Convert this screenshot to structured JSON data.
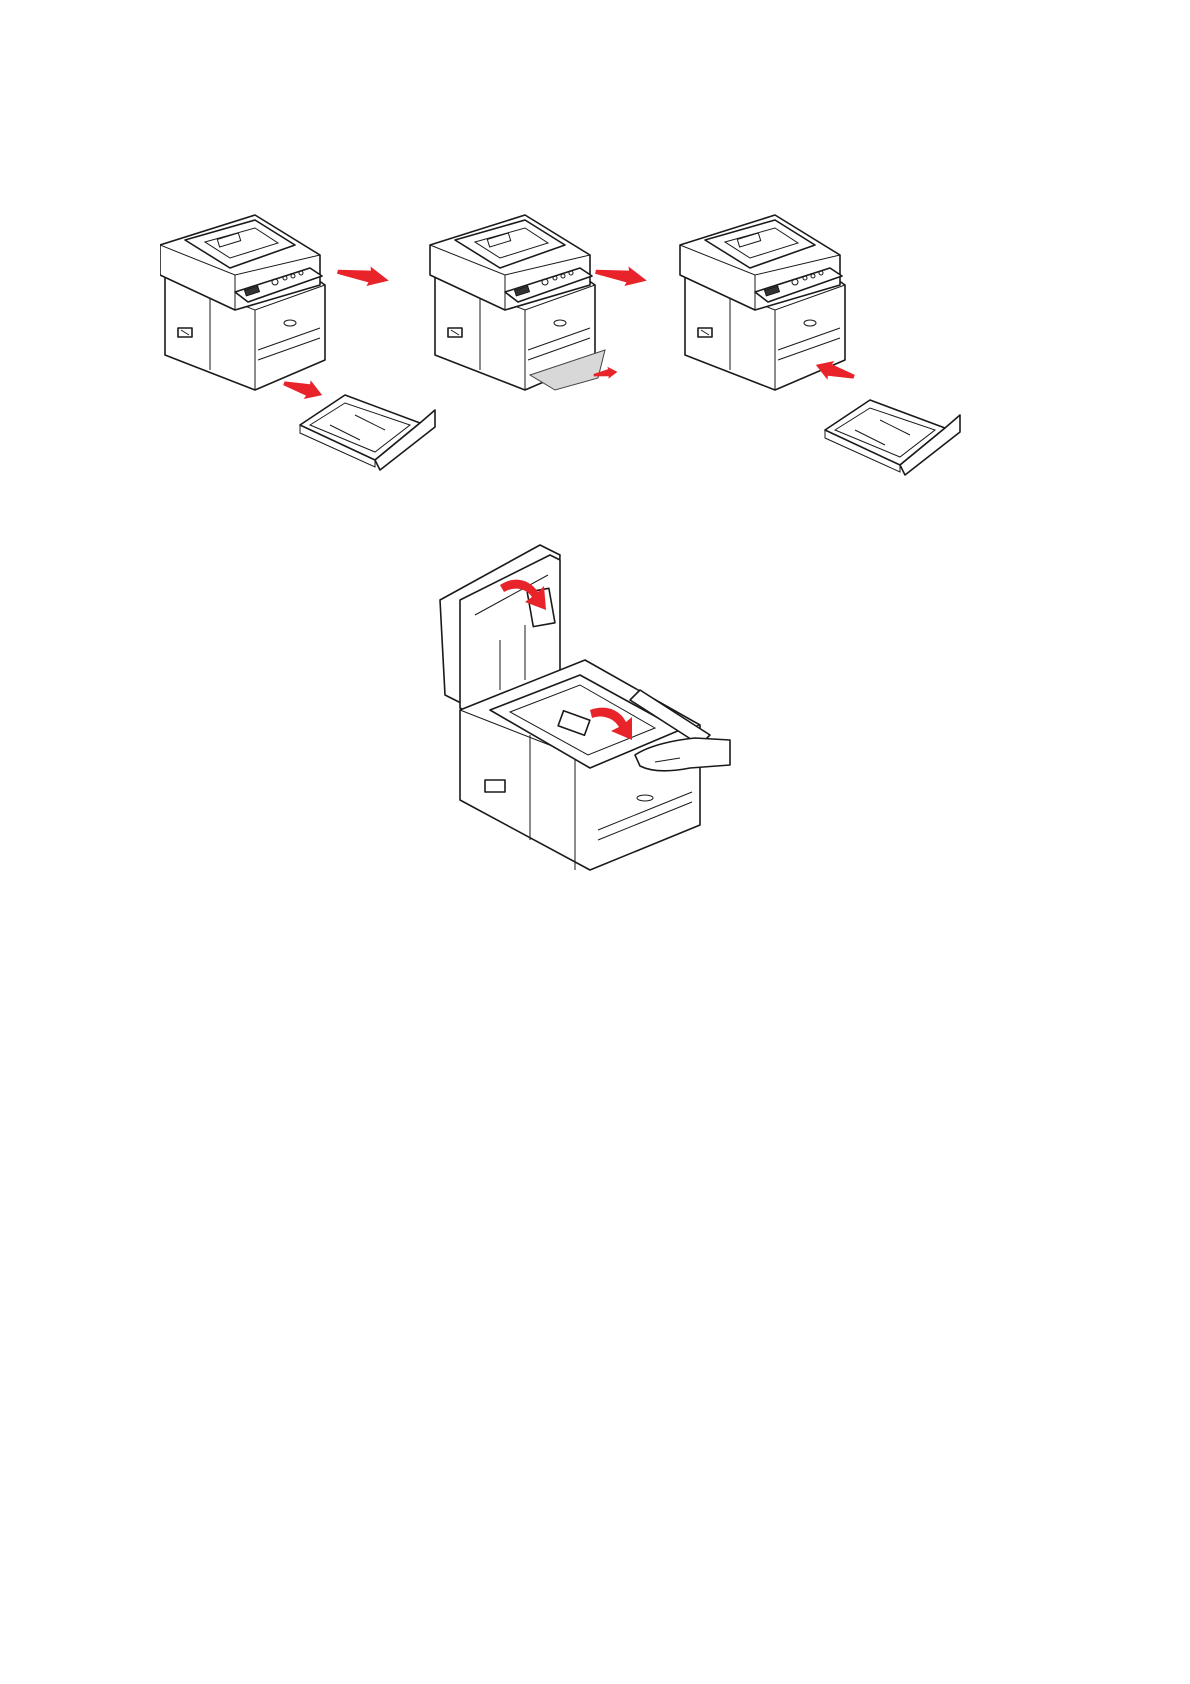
{
  "page": {
    "colors": {
      "arrow_red": "#e8232a",
      "line_art": "#1a1a1a",
      "paper_grey": "#d8d8d8",
      "background": "#ffffff"
    }
  },
  "figures": [
    {
      "id": "remove-tray-sequence",
      "steps": [
        {
          "icon": "printer-with-tray-removed",
          "arrow": "red-arrow-out"
        },
        {
          "icon": "printer-paper-jam-removed",
          "arrow": "red-arrow-out"
        },
        {
          "icon": "printer-with-tray-inserted",
          "arrow": "red-arrow-in"
        }
      ]
    },
    {
      "id": "open-scanner-unit",
      "icon": "printer-scanner-open-hand-closing-cover",
      "arrows": [
        "red-arrow-down",
        "red-arrow-down"
      ]
    }
  ]
}
